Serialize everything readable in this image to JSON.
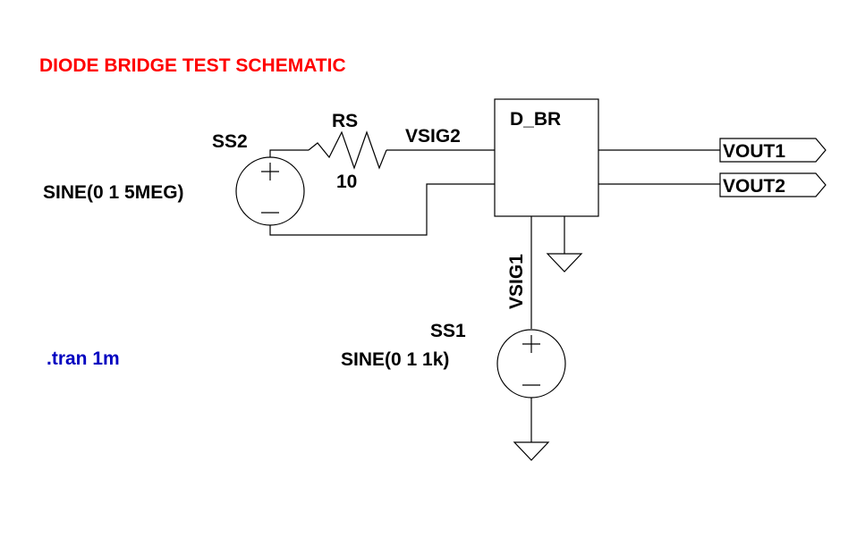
{
  "title": "DIODE BRIDGE TEST SCHEMATIC",
  "directive": ".tran 1m",
  "colors": {
    "title": "#ff0000",
    "directive": "#0000c0",
    "wire": "#000000"
  },
  "components": {
    "ss2": {
      "name": "SS2",
      "value": "SINE(0 1 5MEG)"
    },
    "rs": {
      "name": "RS",
      "value": "10"
    },
    "dbr": {
      "name": "D_BR"
    },
    "ss1": {
      "name": "SS1",
      "value": "SINE(0 1 1k)"
    }
  },
  "nets": {
    "vsig2": "VSIG2",
    "vsig1": "VSIG1",
    "vout1": "VOUT1",
    "vout2": "VOUT2"
  }
}
